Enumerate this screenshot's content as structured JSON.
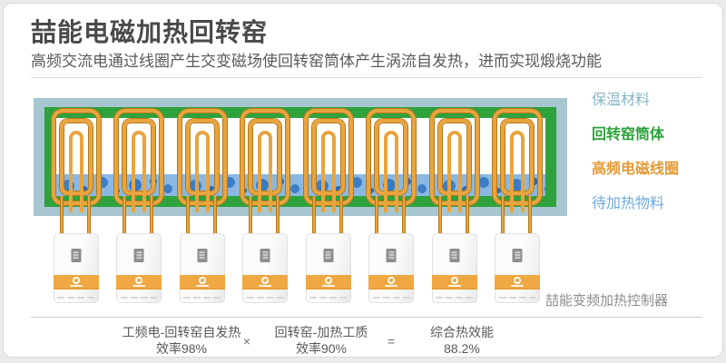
{
  "header": {
    "title": "喆能电磁加热回转窑",
    "subtitle": "高频交流电通过线圈产生交变磁场使回转窑筒体产生涡流自发热，进而实现煅烧功能"
  },
  "legend": {
    "items": [
      {
        "label": "保温材料",
        "color": "#86B5C6"
      },
      {
        "label": "回转窑筒体",
        "color": "#2EA23C"
      },
      {
        "label": "高频电磁线圈",
        "color": "#E59A35"
      },
      {
        "label": "待加热物料",
        "color": "#6FA9DC"
      }
    ]
  },
  "diagram": {
    "unit_count": 8,
    "controller_caption": "喆能变频加热控制器"
  },
  "formula": {
    "terms": [
      {
        "line1": "工频电-回转窑自发热",
        "line2": "效率98%"
      },
      {
        "line1": "回转窑-加热工质",
        "line2": "效率90%"
      },
      {
        "line1": "综合热效能",
        "line2": "88.2%"
      }
    ],
    "operators": [
      "×",
      "="
    ]
  },
  "colors": {
    "insulation": "#A7C6D1",
    "shell": "#2EA23C",
    "coil": "#E9A43E",
    "coil_edge": "#B5791B",
    "material": "#8AB8E2",
    "band": "#F0A843"
  }
}
